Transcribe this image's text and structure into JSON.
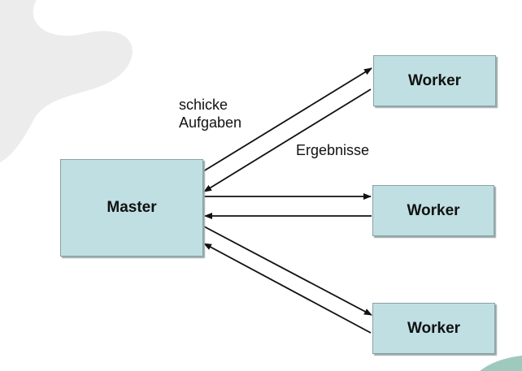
{
  "nodes": {
    "master": "Master",
    "worker_top": "Worker",
    "worker_middle": "Worker",
    "worker_bottom": "Worker"
  },
  "labels": {
    "send_line1": "schicke",
    "send_line2": "Aufgaben",
    "results": "Ergebnisse"
  },
  "colors": {
    "box_fill": "#bfdfe3",
    "box_border": "#8aa1a4",
    "arrow": "#111111",
    "background_shape": "#ececec",
    "corner_accent": "#9fc9bc"
  }
}
